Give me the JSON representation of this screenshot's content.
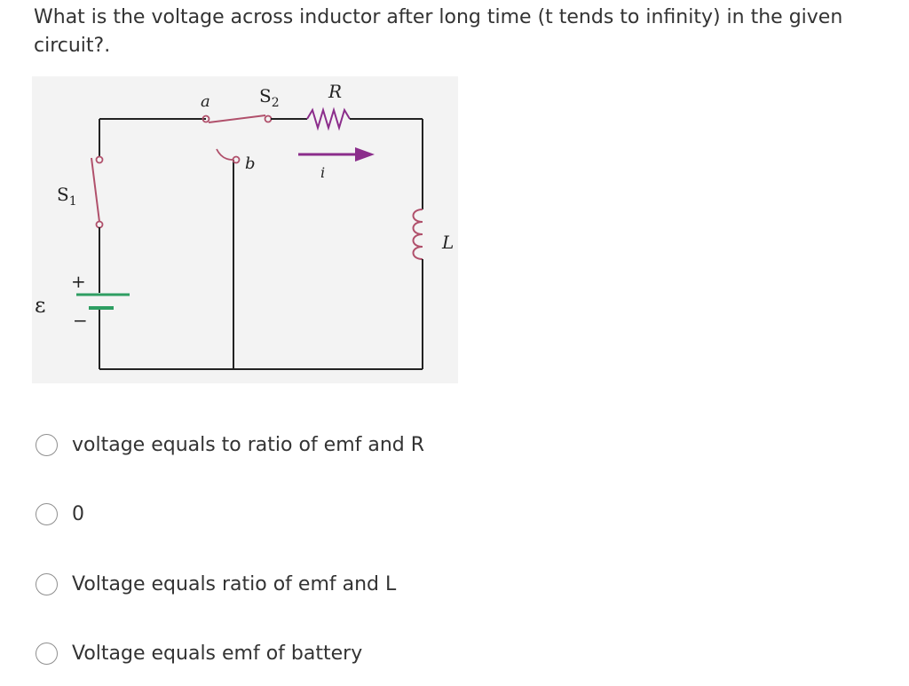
{
  "question": {
    "text": "What is the voltage across inductor after long time (t tends to infinity) in the given circuit?."
  },
  "diagram": {
    "labels": {
      "a": "a",
      "b": "b",
      "s2": "S",
      "s2_sub": "2",
      "r": "R",
      "i": "i",
      "s1": "S",
      "s1_sub": "1",
      "l": "L",
      "emf": "ε",
      "plus": "+",
      "minus": "−"
    },
    "colors": {
      "wire": "#222222",
      "battery": "#2e9e62",
      "resistor": "#8b2d8b",
      "inductor": "#b0506b",
      "current_arrow": "#8b2d8b"
    }
  },
  "options": [
    {
      "label": "voltage equals to ratio of emf and R",
      "selected": false
    },
    {
      "label": "0",
      "selected": false
    },
    {
      "label": "Voltage equals ratio of emf and L",
      "selected": false
    },
    {
      "label": "Voltage equals emf of battery",
      "selected": false
    }
  ]
}
